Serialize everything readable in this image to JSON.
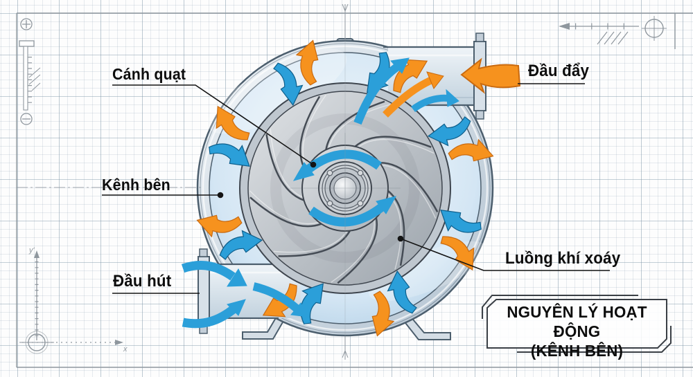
{
  "diagram": {
    "callouts": {
      "impeller": "Cánh quạt",
      "side_channel": "Kênh bên",
      "suction_port": "Đầu hút",
      "discharge_port": "Đầu đẩy",
      "vortex_flow": "Luồng khí xoáy"
    },
    "title_block": {
      "line1": "NGUYÊN LÝ HOẠT ĐỘNG",
      "line2": "(KÊNH BÊN)"
    },
    "axes": {
      "x_label": "x",
      "y_label": "y'"
    },
    "colors": {
      "flow_blue": "#2b9fd9",
      "flow_blue_dark": "#0e5f8c",
      "flow_orange": "#f6921e",
      "flow_orange_dark": "#c96a10",
      "ink": "#141414",
      "machine_line": "#4c5e6d",
      "draft_gray": "#8f979e"
    }
  }
}
